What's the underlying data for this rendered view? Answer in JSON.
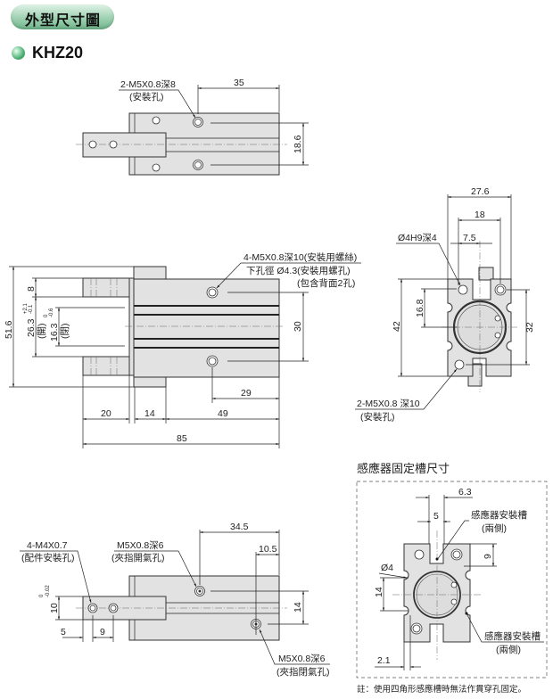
{
  "header": {
    "title": "外型尺寸圖",
    "model": "KHZ20"
  },
  "view_top": {
    "label_line1": "2-M5X0.8深8",
    "label_line2": "(安裝孔)",
    "dim_35": "35",
    "dim_18_6": "18.6"
  },
  "view_front": {
    "label_line1": "4-M5X0.8深10(安裝用螺絲)",
    "label_line2": "下孔徑 Ø4.3(安裝用螺孔)",
    "label_line3": "(包含背面2孔)",
    "dim_51_6": "51.6",
    "dim_8": "8",
    "dim_26_3": "26.3",
    "tol_26_3_upper": "+2.1",
    "tol_26_3_lower": "-0.1",
    "open_label": "(開)",
    "dim_16_3": "16.3",
    "tol_16_3_upper": "0",
    "tol_16_3_lower": "-0.6",
    "closed_label": "(閉)",
    "dim_30": "30",
    "dim_29": "29",
    "dim_20": "20",
    "dim_14": "14",
    "dim_49": "49",
    "dim_85": "85"
  },
  "view_side": {
    "dim_27_6": "27.6",
    "dim_18": "18",
    "dim_7_5": "7.5",
    "pin_label": "Ø4H9深4",
    "dim_42": "42",
    "dim_16_8": "16.8",
    "dim_32": "32",
    "label_line1": "2-M5X0.8 深10",
    "label_line2": "(安裝孔)"
  },
  "view_bottom": {
    "acc_label1": "4-M4X0.7",
    "acc_label2": "(配件安裝孔)",
    "open_port1": "M5X0.8深6",
    "open_port2": "(夾指開氣孔)",
    "close_port1": "M5X0.8深6",
    "close_port2": "(夾指閉氣孔)",
    "dim_34_5": "34.5",
    "dim_10_5": "10.5",
    "dim_14": "14",
    "dim_10": "10",
    "tol_10_upper": "0",
    "tol_10_lower": "-0.02",
    "dim_5": "5",
    "dim_9": "9"
  },
  "sensor": {
    "title": "感應器固定槽尺寸",
    "dim_6_3": "6.3",
    "dim_5": "5",
    "dim_9": "9",
    "dim_14": "14",
    "dim_2_1": "2.1",
    "dia_4": "Ø4",
    "slot_label_top": "感應器安裝槽",
    "slot_sides_top": "(兩側)",
    "slot_label_bottom": "感應器安裝槽",
    "slot_sides_bottom": "(兩側)",
    "note": "註：使用四角形感應槽時無法作貫穿孔固定。"
  }
}
